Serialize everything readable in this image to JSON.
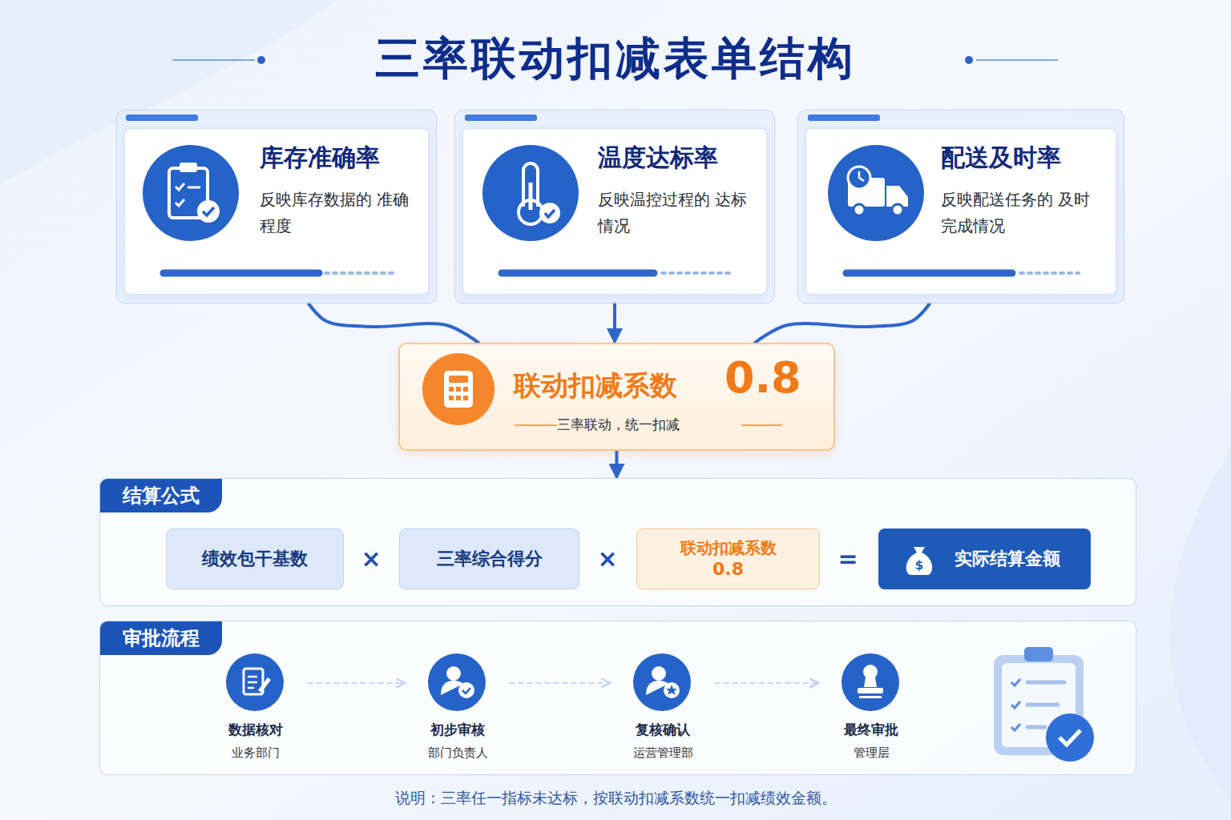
{
  "diagram": {
    "title": "三率联动扣减表单结构",
    "caption": "说明：三率任一指标未达标，按联动扣减系数统一扣减绩效金额。",
    "nodes": [
      {
        "text": [
          "库存准确率",
          "反映库存数据的 准确程度"
        ]
      },
      {
        "text": [
          "温度达标率",
          "反映温控过程的 达标情况"
        ]
      },
      {
        "text": [
          "配送及时率",
          "反映配送任务的 及时完成情况"
        ]
      },
      {
        "text": [
          "联动扣减系数",
          "0.8",
          "三率联动，统一扣减"
        ]
      },
      {
        "text": [
          "结算公式"
        ]
      },
      {
        "text": [
          "绩效包干基数"
        ],
        "in": 4
      },
      {
        "text": [
          "三率综合得分"
        ],
        "in": 4
      },
      {
        "text": [
          "联动扣减系数",
          "0.8"
        ],
        "in": 4
      },
      {
        "text": [
          "实际结算金额"
        ],
        "in": 4
      },
      {
        "text": [
          "审批流程"
        ]
      },
      {
        "text": [
          "数据核对",
          "业务部门"
        ],
        "in": 9
      },
      {
        "text": [
          "初步审核",
          "部门负责人"
        ],
        "in": 9
      },
      {
        "text": [
          "复核确认",
          "运营管理部"
        ],
        "in": 9
      },
      {
        "text": [
          "最终审批",
          "管理层"
        ],
        "in": 9
      }
    ],
    "edges": [
      {
        "from": 0,
        "to": 3,
        "arrow": "none"
      },
      {
        "from": 1,
        "to": 3,
        "arrow": "to"
      },
      {
        "from": 2,
        "to": 3,
        "arrow": "none"
      },
      {
        "from": 3,
        "to": 4,
        "arrow": "to"
      },
      {
        "from": 10,
        "to": 11,
        "arrow": "to"
      },
      {
        "from": 11,
        "to": 12,
        "arrow": "to"
      },
      {
        "from": 12,
        "to": 13,
        "arrow": "to"
      }
    ],
    "labels": [
      "×",
      "×",
      "="
    ]
  }
}
